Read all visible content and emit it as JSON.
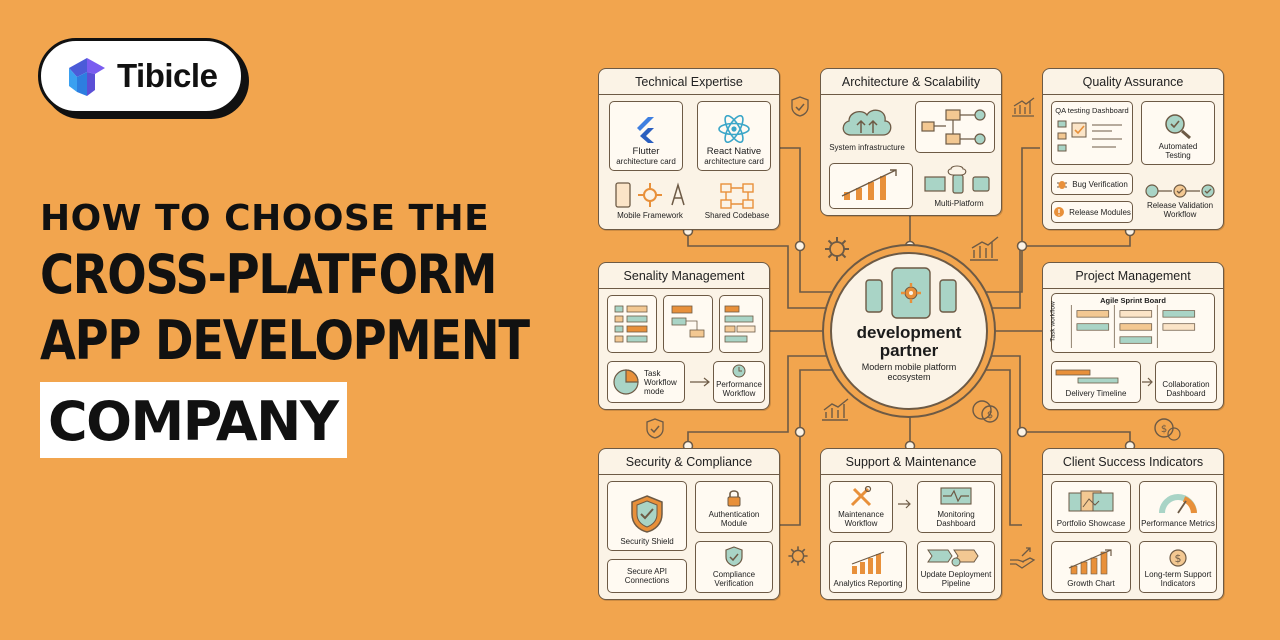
{
  "brand": {
    "name": "Tibicle"
  },
  "headline": {
    "line1": "HOW TO CHOOSE THE",
    "line2": "CROSS-PLATFORM",
    "line3": "APP DEVELOPMENT",
    "line4": "COMPANY"
  },
  "colors": {
    "background": "#f2a54e",
    "panel": "#fbf3e6",
    "teal": "#7fb8a8",
    "orange": "#e8903a",
    "ink": "#6d5a45"
  },
  "center": {
    "title_line1": "development",
    "title_line2": "partner",
    "subtitle_line1": "Modern mobile platform",
    "subtitle_line2": "ecosystem"
  },
  "panels": {
    "technical": {
      "title": "Technical Expertise",
      "flutter": "Flutter",
      "flutter_sub": "architecture card",
      "react": "React Native",
      "react_sub": "architecture card",
      "mobile": "Mobile Framework",
      "shared": "Shared Codebase"
    },
    "architecture": {
      "title": "Architecture & Scalability",
      "system": "System infrastructure",
      "multi": "Multi-Platform"
    },
    "quality": {
      "title": "Quality Assurance",
      "qa_dashboard": "QA testing Dashboard",
      "automated_1": "Automated",
      "automated_2": "Testing",
      "bug": "Bug Verification",
      "release_modules": "Release Modules",
      "release_validation_1": "Release Validation",
      "release_validation_2": "Workflow"
    },
    "seniority": {
      "title": "Senality Management",
      "task_1": "Task",
      "task_2": "Workflow",
      "task_3": "mode",
      "performance_1": "Performance",
      "performance_2": "Workflow"
    },
    "project": {
      "title": "Project Management",
      "sprint": "Agile Sprint Board",
      "side": "Task workflow",
      "delivery": "Delivery Timeline",
      "collab_1": "Collaboration",
      "collab_2": "Dashboard"
    },
    "security": {
      "title": "Security & Compliance",
      "shield": "Security Shield",
      "auth_1": "Authentication",
      "auth_2": "Module",
      "api_1": "Secure API",
      "api_2": "Connections",
      "compliance_1": "Compliance",
      "compliance_2": "Verification"
    },
    "support": {
      "title": "Support & Maintenance",
      "maint_1": "Maintenance",
      "maint_2": "Workflow",
      "monitor_1": "Monitoring",
      "monitor_2": "Dashboard",
      "analytics": "Analytics Reporting",
      "update_1": "Update Deployment",
      "update_2": "Pipeline"
    },
    "client": {
      "title": "Client Success Indicators",
      "portfolio": "Portfolio Showcase",
      "performance": "Performance Metrics",
      "growth": "Growth Chart",
      "support_1": "Long-term Support",
      "support_2": "Indicators"
    }
  }
}
